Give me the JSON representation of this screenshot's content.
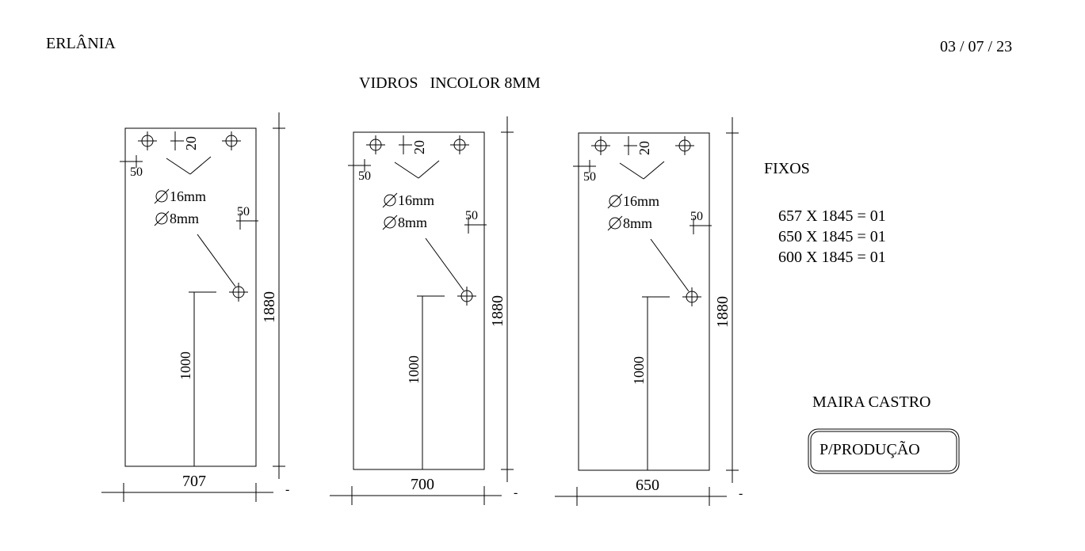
{
  "header": {
    "client": "ERLÂNIA",
    "date": "03 / 07 / 23",
    "title": "VIDROS   INCOLOR 8MM"
  },
  "panels": [
    {
      "width_label": "707",
      "height_label": "1880",
      "hole_offset_label": "20",
      "edge_offset_label": "50",
      "side_offset_label": "50",
      "hole_big_label": "16mm",
      "hole_small_label": "8mm",
      "height_to_hole_label": "1000"
    },
    {
      "width_label": "700",
      "height_label": "1880",
      "hole_offset_label": "20",
      "edge_offset_label": "50",
      "side_offset_label": "50",
      "hole_big_label": "16mm",
      "hole_small_label": "8mm",
      "height_to_hole_label": "1000"
    },
    {
      "width_label": "650",
      "height_label": "1880",
      "hole_offset_label": "20",
      "edge_offset_label": "50",
      "side_offset_label": "50",
      "hole_big_label": "16mm",
      "hole_small_label": "8mm",
      "height_to_hole_label": "1000"
    }
  ],
  "fixos": {
    "title": "FIXOS",
    "items": [
      "657 X 1845 = 01",
      "650 X 1845 = 01",
      "600 X 1845 = 01"
    ]
  },
  "author": "MAIRA CASTRO",
  "stamp": "P/PRODUÇÃO",
  "dash_mark": "-",
  "diameter_symbol": "∅"
}
